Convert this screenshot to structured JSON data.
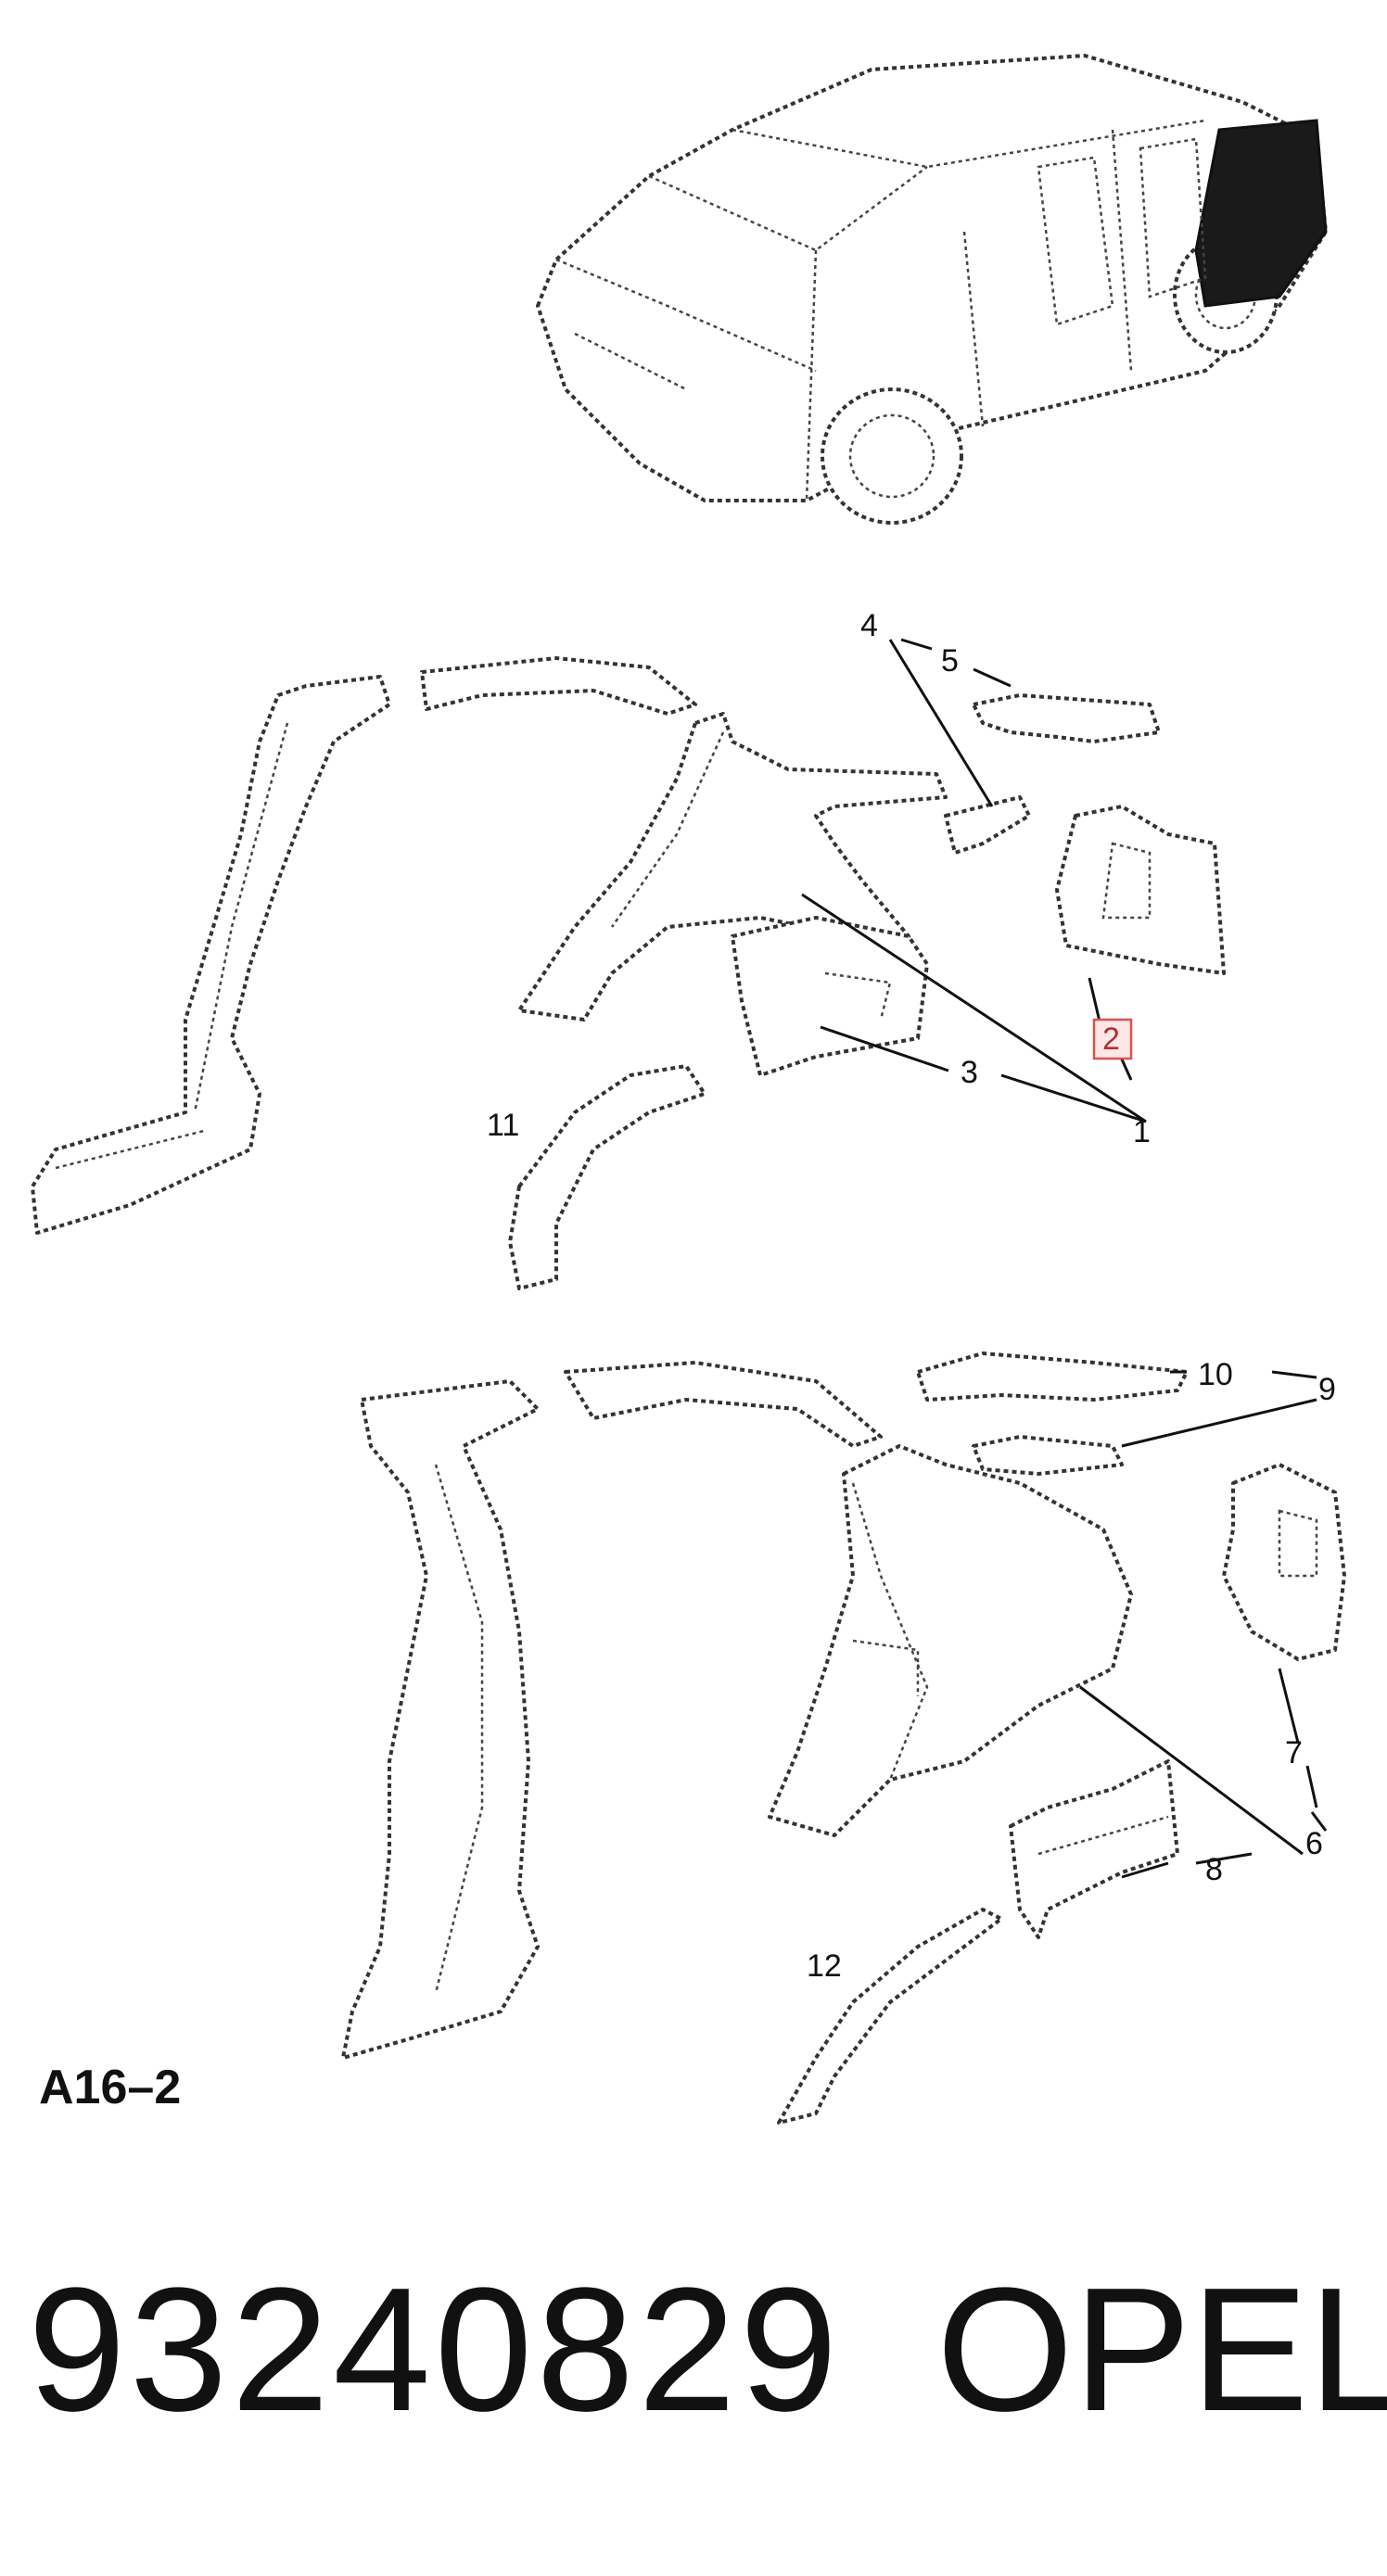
{
  "diagram": {
    "reference_code": "A16–2",
    "highlighted_callout": "2",
    "callouts": [
      {
        "id": "c1",
        "label": "1"
      },
      {
        "id": "c2",
        "label": "2"
      },
      {
        "id": "c3",
        "label": "3"
      },
      {
        "id": "c4",
        "label": "4"
      },
      {
        "id": "c5",
        "label": "5"
      },
      {
        "id": "c6",
        "label": "6"
      },
      {
        "id": "c7",
        "label": "7"
      },
      {
        "id": "c8",
        "label": "8"
      },
      {
        "id": "c9",
        "label": "9"
      },
      {
        "id": "c10",
        "label": "10"
      },
      {
        "id": "c11",
        "label": "11"
      },
      {
        "id": "c12",
        "label": "12"
      }
    ]
  },
  "footer": {
    "part_number": "93240829",
    "brand": "OPEL"
  },
  "colors": {
    "highlight_fill": "#fde7e7",
    "highlight_stroke": "#d9534f",
    "line": "#111111"
  }
}
